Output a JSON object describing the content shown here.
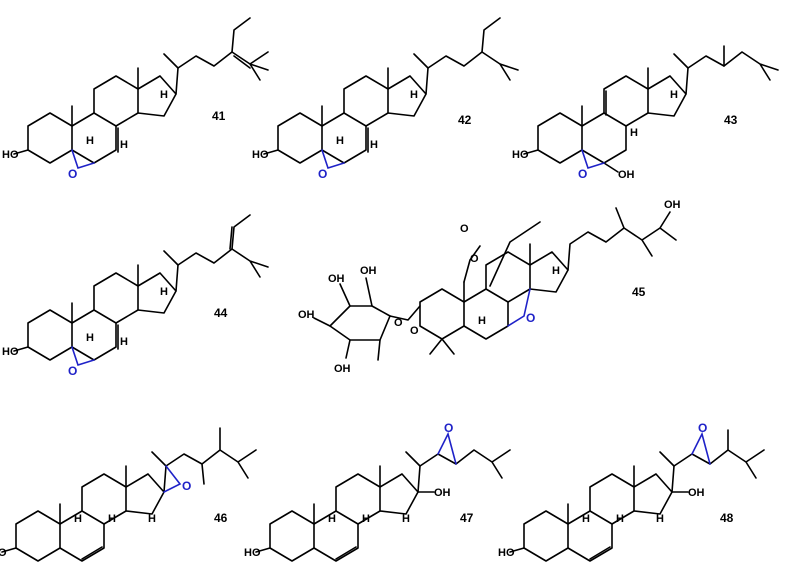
{
  "colors": {
    "bond": "#000000",
    "epoxide": "#1f22c8",
    "background": "#ffffff"
  },
  "compounds": [
    {
      "id": "41",
      "hydroxyl": "HO",
      "hydrogen": "H",
      "epoxide_oxygen": "O"
    },
    {
      "id": "42",
      "hydroxyl": "HO",
      "hydrogen": "H",
      "epoxide_oxygen": "O"
    },
    {
      "id": "43",
      "hydroxyl": "HO",
      "hydrogen": "H",
      "epoxide_oxygen": "O",
      "hydroxyl_7": "OH"
    },
    {
      "id": "44",
      "hydroxyl": "HO",
      "hydrogen": "H",
      "epoxide_oxygen": "O"
    },
    {
      "id": "45",
      "sugar_oh": [
        "OH",
        "OH",
        "OH",
        "OH"
      ],
      "ring_oxygen": "O",
      "glycoside_oxygen": "O",
      "hydrogen": "H",
      "epoxide_oxygen": "O",
      "lactone_oxygen": "O",
      "sidechain_oh": "OH"
    },
    {
      "id": "46",
      "hydroxyl": "HO",
      "hydrogen": "H",
      "epoxide_oxygen": "O"
    },
    {
      "id": "47",
      "hydroxyl": "HO",
      "hydrogen": "H",
      "epoxide_oxygen": "O",
      "hydroxyl_17": "OH"
    },
    {
      "id": "48",
      "hydroxyl": "HO",
      "hydrogen": "H",
      "epoxide_oxygen": "O",
      "hydroxyl_17": "OH"
    }
  ]
}
